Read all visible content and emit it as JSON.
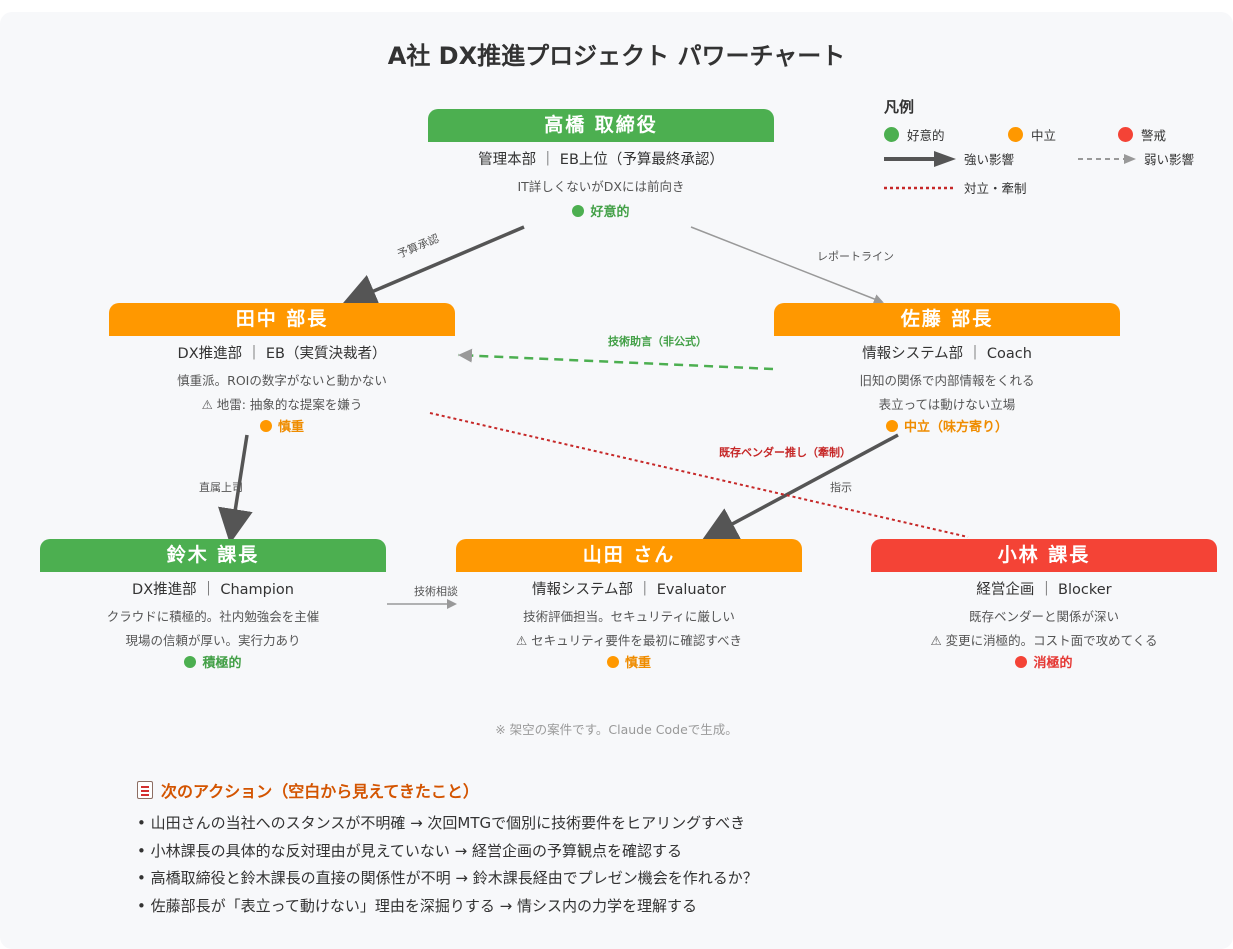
{
  "title": "A社 DX推進プロジェクト パワーチャート",
  "legend": {
    "title": "凡例",
    "favorable": "好意的",
    "neutral": "中立",
    "caution": "警戒",
    "strong": "強い影響",
    "weak": "弱い影響",
    "conflict": "対立・牽制"
  },
  "colors": {
    "green": "#4caf50",
    "orange": "#ff9800",
    "red": "#f44336"
  },
  "nodes": {
    "takahashi": {
      "name": "高橋 取締役",
      "role": "管理本部 ｜ EB上位（予算最終承認）",
      "desc1": "IT詳しくないがDXには前向き",
      "stance": "好意的",
      "color": "green"
    },
    "tanaka": {
      "name": "田中 部長",
      "role": "DX推進部 ｜ EB（実質決裁者）",
      "desc1": "慎重派。ROIの数字がないと動かない",
      "desc2": "⚠ 地雷: 抽象的な提案を嫌う",
      "stance": "慎重",
      "color": "orange"
    },
    "sato": {
      "name": "佐藤 部長",
      "role": "情報システム部 ｜ Coach",
      "desc1": "旧知の関係で内部情報をくれる",
      "desc2": "表立っては動けない立場",
      "stance": "中立（味方寄り）",
      "color": "orange"
    },
    "suzuki": {
      "name": "鈴木 課長",
      "role": "DX推進部 ｜ Champion",
      "desc1": "クラウドに積極的。社内勉強会を主催",
      "desc2": "現場の信頼が厚い。実行力あり",
      "stance": "積極的",
      "color": "green"
    },
    "yamada": {
      "name": "山田 さん",
      "role": "情報システム部 ｜ Evaluator",
      "desc1": "技術評価担当。セキュリティに厳しい",
      "desc2": "⚠ セキュリティ要件を最初に確認すべき",
      "stance": "慎重",
      "color": "orange"
    },
    "kobayashi": {
      "name": "小林 課長",
      "role": "経営企画 ｜ Blocker",
      "desc1": "既存ベンダーと関係が深い",
      "desc2": "⚠ 変更に消極的。コスト面で攻めてくる",
      "stance": "消極的",
      "color": "red"
    }
  },
  "edges": {
    "budget": "予算承認",
    "report": "レポートライン",
    "advice": "技術助言（非公式）",
    "direct": "直属上司",
    "vendor": "既存ベンダー推し（牽制）",
    "instruct": "指示",
    "consult": "技術相談"
  },
  "note": "※ 架空の案件です。Claude Codeで生成。",
  "actions": {
    "heading": "次のアクション（空白から見えてきたこと）",
    "items": [
      "• 山田さんの当社へのスタンスが不明確 → 次回MTGで個別に技術要件をヒアリングすべき",
      "• 小林課長の具体的な反対理由が見えていない → 経営企画の予算観点を確認する",
      "• 高橋取締役と鈴木課長の直接の関係性が不明 → 鈴木課長経由でプレゼン機会を作れるか？",
      "• 佐藤部長が「表立って動けない」理由を深掘りする → 情シス内の力学を理解する"
    ]
  }
}
